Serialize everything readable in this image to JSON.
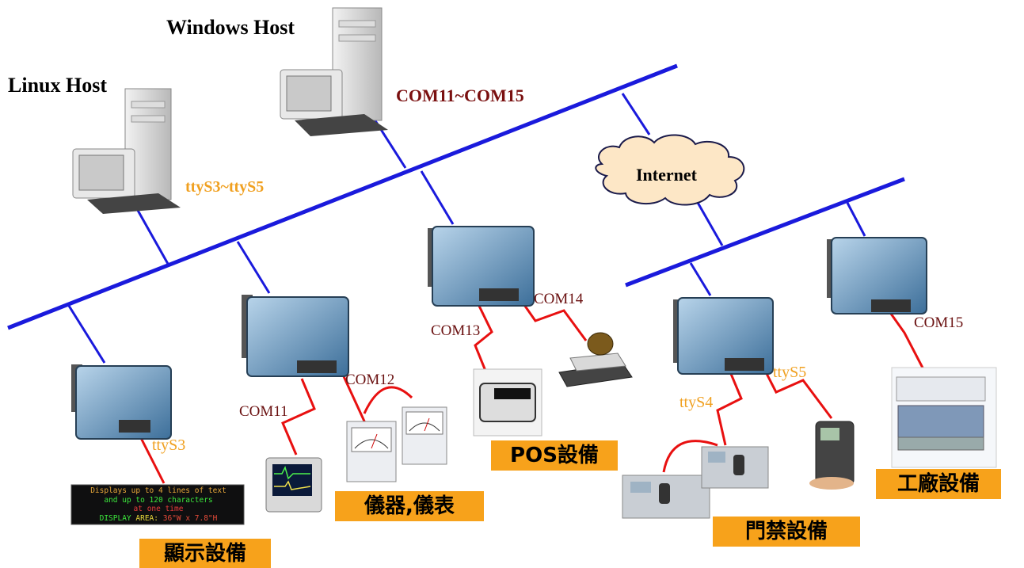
{
  "hosts": {
    "windows": {
      "label": "Windows Host",
      "ports": "COM11~COM15"
    },
    "linux": {
      "label": "Linux Host",
      "ports": "ttyS3~ttyS5"
    }
  },
  "cloud": {
    "label": "Internet"
  },
  "ports": {
    "com11": "COM11",
    "com12": "COM12",
    "com13": "COM13",
    "com14": "COM14",
    "com15": "COM15",
    "ttys3": "ttyS3",
    "ttys4": "ttyS4",
    "ttys5": "ttyS5"
  },
  "categories": {
    "display": "顯示設備",
    "instruments": "儀器,儀表",
    "pos": "POS設備",
    "access": "門禁設備",
    "factory": "工廠設備"
  },
  "led_sign": {
    "line1": "Displays up to 4 lines of text",
    "line2": "and up to 120 characters",
    "line3": "at one time",
    "line4_a": "DISPLAY",
    "line4_b": "AREA:",
    "line4_c": "36\"W x 7.8\"H"
  },
  "colors": {
    "network_line": "#1a1adc",
    "serial_line": "#e81010",
    "category_bg": "#f7a21b",
    "windows_port_text": "#7a1010",
    "linux_port_text": "#f0a020"
  }
}
